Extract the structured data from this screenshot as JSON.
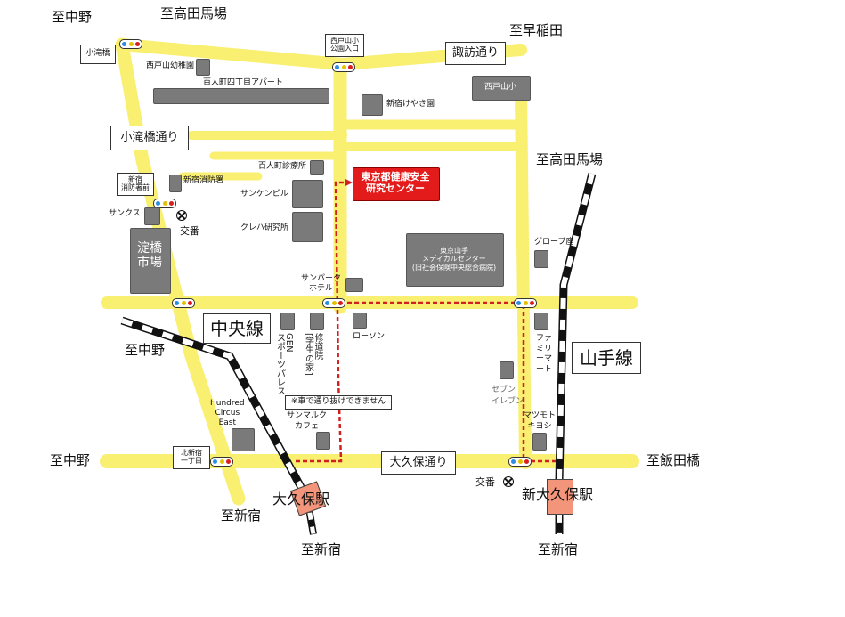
{
  "colors": {
    "road": "#f9ef70",
    "building": "#7a7a7a",
    "target": "#e31b1b",
    "route": "#d12020",
    "station": "#f2957a"
  },
  "directions": {
    "nakano_top": "至中野",
    "takadanobaba_top": "至高田馬場",
    "wasedaa": "至早稲田",
    "takadanobaba_right": "至高田馬場",
    "nakano_mid": "至中野",
    "nakano_bottom": "至中野",
    "iidabashi": "至飯田橋",
    "shinjuku_left": "至新宿",
    "shinjuku_center": "至新宿",
    "shinjuku_right": "至新宿"
  },
  "streets": {
    "suwa": "諏訪通り",
    "kotakibashi": "小滝橋通り",
    "okubo": "大久保通り"
  },
  "rail_lines": {
    "chuo": "中央線",
    "yamanote": "山手線"
  },
  "stations": {
    "okubo": "大久保駅",
    "shinokubo": "新大久保駅"
  },
  "intersections": {
    "kotakibashi": "小滝橋",
    "nishitoyama_park": "西戸山小\n公園入口",
    "shinjuku_fire": "新宿\n消防署前",
    "kitashinjuku": "北新宿\n一丁目"
  },
  "target": {
    "label": "東京都健康安全\n研究センター"
  },
  "buildings": {
    "kindergarten": "西戸山幼稚園",
    "apartment": "百人町四丁目アパート",
    "nishitoyama_school": "西戸山小",
    "keyaki": "新宿けやき園",
    "clinic": "百人町診療所",
    "fire_station": "新宿消防署",
    "sanken": "サンケンビル",
    "kureha": "クレハ研究所",
    "sunkus": "サンクス",
    "yodobashi_line1": "淀橋",
    "yodobashi_line2": "市場",
    "medical": "東京山手\nメディカルセンター\n(旧社会保険中央総合病院)",
    "grove": "グローブ座",
    "sunpark": "サンパーク\nホテル",
    "lawson": "ローソン",
    "gen_sports": "GEN\nスポーツパレス",
    "shudoin": "修道院\n[学生の家]",
    "familymart": "ファミリーマート",
    "seveneleven": "セブン\nイレブン",
    "hundred": "Hundred\nCircus\nEast",
    "saint_marc": "サンマルク\nカフェ",
    "matsumoto": "マツモト\nキヨシ"
  },
  "koban": {
    "left": "交番",
    "bottom": "交番"
  },
  "notice": "※車で通り抜けできません"
}
